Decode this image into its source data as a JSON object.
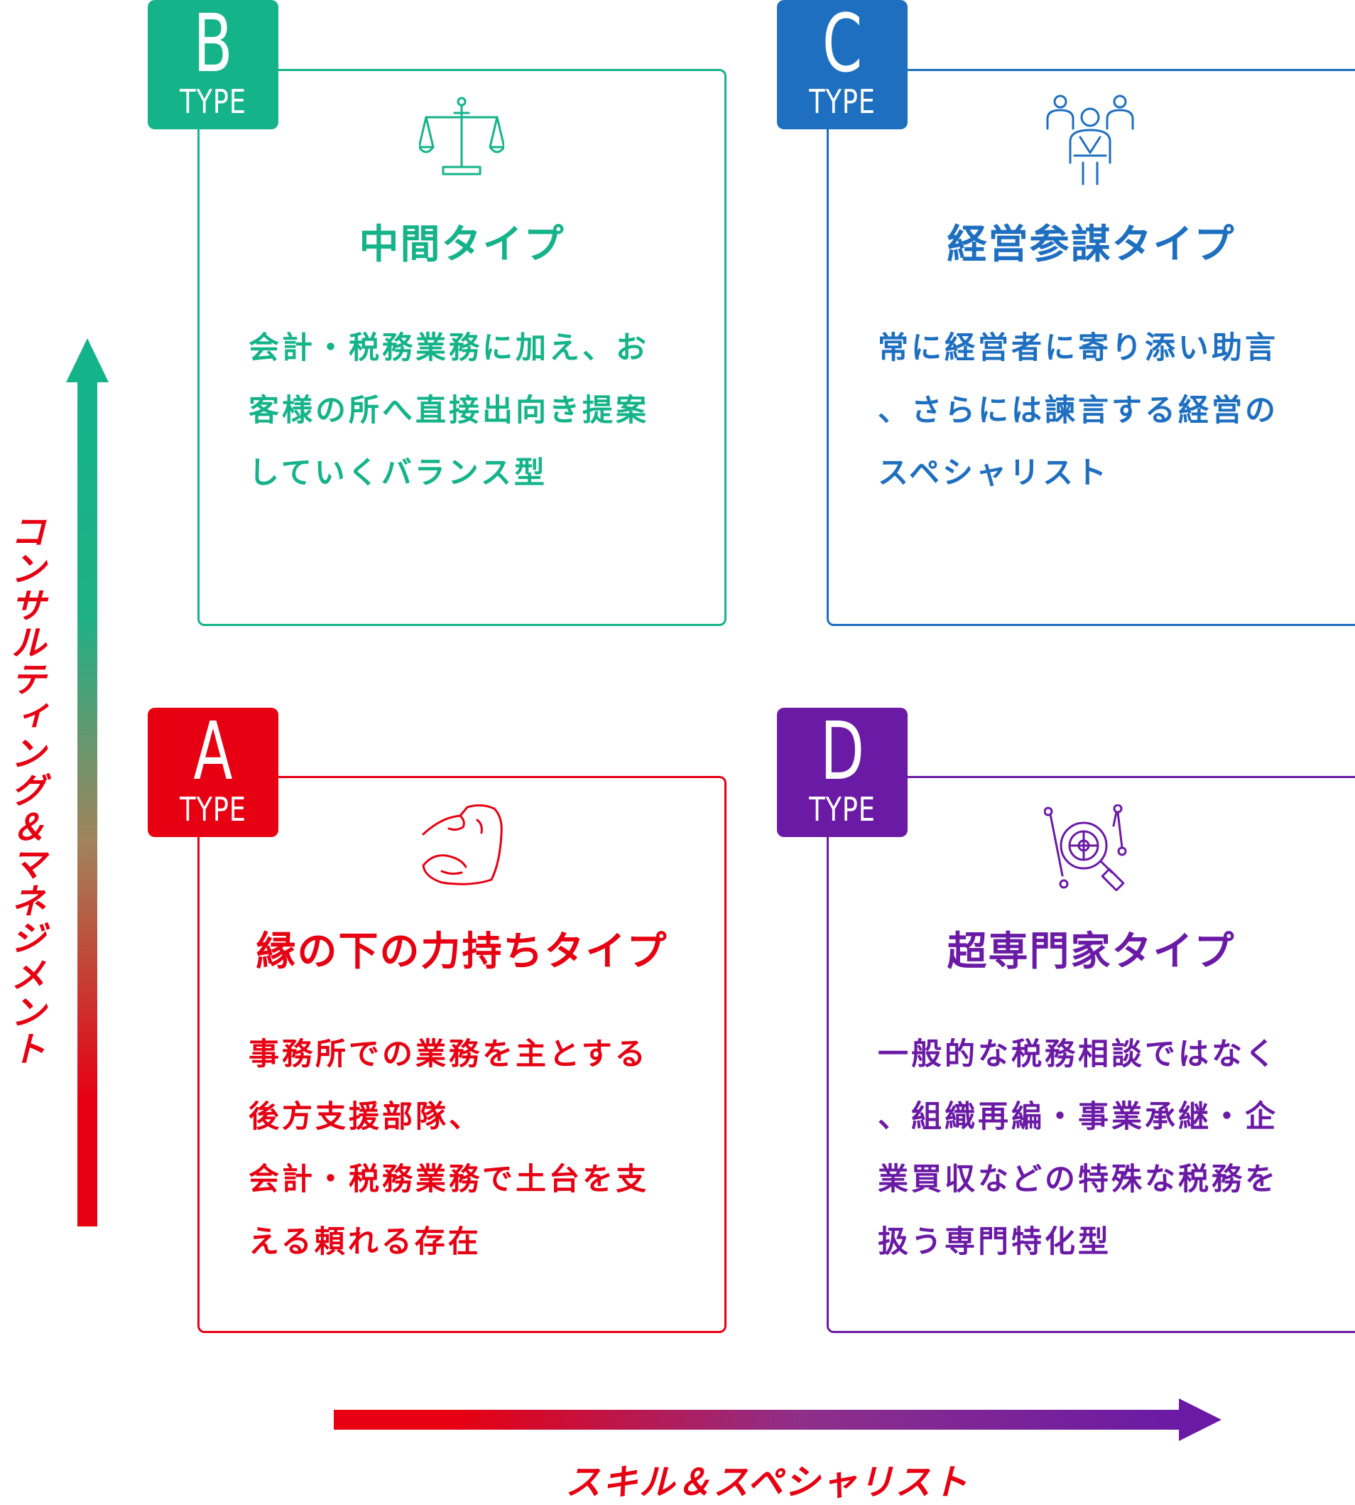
{
  "colors": {
    "type_b": "#15b38a",
    "type_c": "#1e6fbf",
    "type_a": "#e60012",
    "type_d": "#6a1aa5"
  },
  "quadrants": {
    "b": {
      "badge_letter": "B",
      "badge_label": "TYPE",
      "icon": "scales-icon",
      "title": "中間タイプ",
      "lines": [
        "会計・税務業務に加え、お",
        "客様の所へ直接出向き提案",
        "していくバランス型"
      ]
    },
    "c": {
      "badge_letter": "C",
      "badge_label": "TYPE",
      "icon": "team-icon",
      "title": "経営参謀タイプ",
      "lines": [
        "常に経営者に寄り添い助言",
        "、さらには諫言する経営の",
        "スペシャリスト"
      ]
    },
    "a": {
      "badge_letter": "A",
      "badge_label": "TYPE",
      "icon": "flexed-arm-icon",
      "title": "縁の下の力持ちタイプ",
      "lines": [
        "事務所での業務を主とする",
        "後方支援部隊、",
        "会計・税務業務で土台を支",
        "える頼れる存在"
      ]
    },
    "d": {
      "badge_letter": "D",
      "badge_label": "TYPE",
      "icon": "magnifier-network-icon",
      "title": "超専門家タイプ",
      "lines": [
        "一般的な税務相談ではなく",
        "、組織再編・事業承継・企",
        "業買収などの特殊な税務を",
        "扱う専門特化型"
      ]
    }
  },
  "axes": {
    "vertical_label": "コンサルティング＆マネジメント",
    "horizontal_label": "スキル＆スペシャリスト"
  }
}
